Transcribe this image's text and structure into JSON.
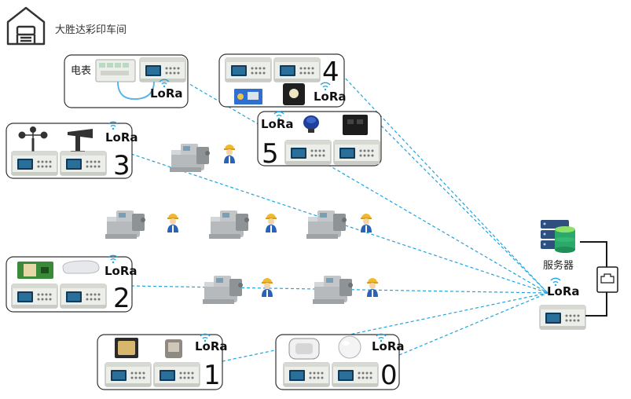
{
  "title": "大胜达彩印车间",
  "meter_label": "电表",
  "server_label": "服务器",
  "lora_text": "LoRa",
  "colors": {
    "link": "#1ea4e0",
    "box_border": "#333333",
    "device_body": "#eceee9",
    "screen": "#0f3a5a",
    "machine": "#a9adb0",
    "worker_helmet": "#f1b92e",
    "worker_body": "#2a62b8",
    "server_top": "#2f4f7f",
    "db_green": "#2ba96a"
  },
  "icons": [
    "factory-icon",
    "server-rack-icon",
    "database-icon",
    "network-port-icon",
    "wireless-signal-icon",
    "worker-icon",
    "machine-icon",
    "anemometer-icon",
    "wind-vane-icon",
    "gps-module-icon",
    "antenna-icon",
    "sensor-icon",
    "temperature-probe-icon"
  ],
  "groups": [
    {
      "id": "meter",
      "digit": ""
    },
    {
      "id": "4",
      "digit": "4"
    },
    {
      "id": "5",
      "digit": "5"
    },
    {
      "id": "3",
      "digit": "3"
    },
    {
      "id": "2",
      "digit": "2"
    },
    {
      "id": "1",
      "digit": "1"
    },
    {
      "id": "0",
      "digit": "0"
    }
  ]
}
